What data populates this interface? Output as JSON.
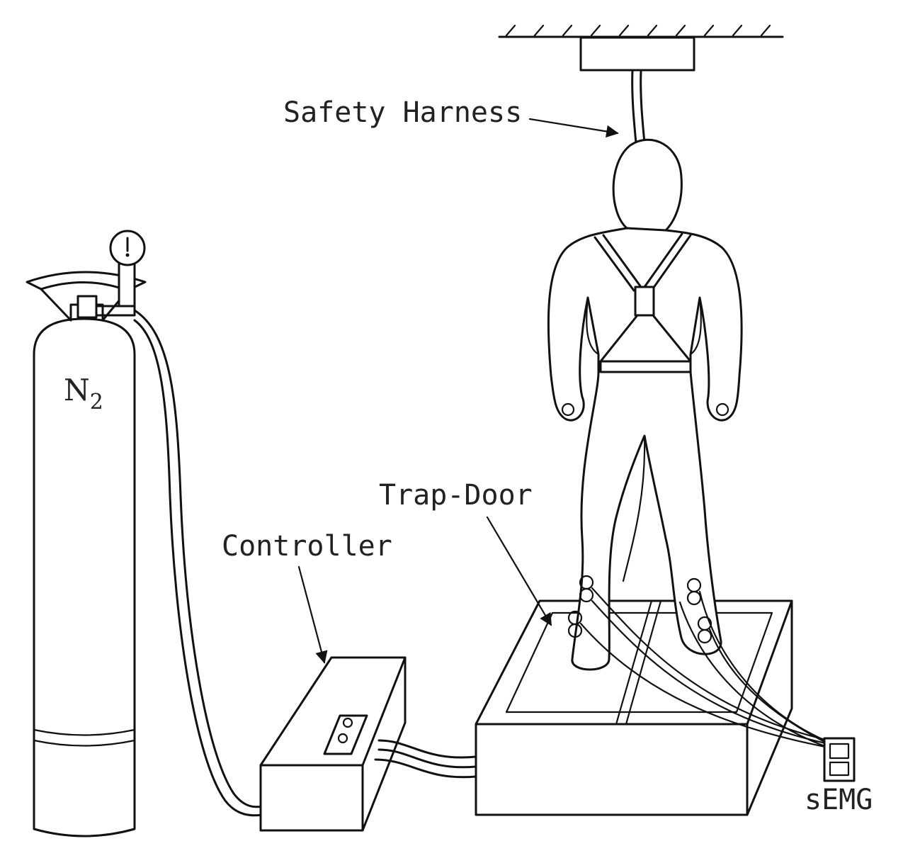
{
  "labels": {
    "safety_harness": "Safety Harness",
    "trap_door": "Trap-Door",
    "controller": "Controller",
    "semg": "sEMG",
    "cylinder_main": "N",
    "cylinder_sub": "2"
  },
  "colors": {
    "stroke": "#111111",
    "background": "#ffffff",
    "text": "#222222"
  },
  "icons": [
    "nitrogen-cylinder",
    "pressure-gauge",
    "controller-box",
    "trap-door-platform",
    "human-figure",
    "safety-harness",
    "semg-device"
  ]
}
